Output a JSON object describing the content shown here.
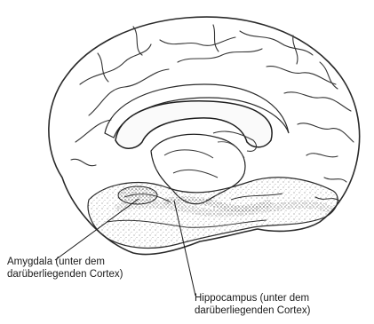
{
  "labels": {
    "amygdala": {
      "line1": "Amygdala (unter dem",
      "line2": "darüberliegenden Cortex)"
    },
    "hippocampus": {
      "line1": "Hippocampus (unter dem",
      "line2": "darüberliegenden Cortex)"
    }
  }
}
